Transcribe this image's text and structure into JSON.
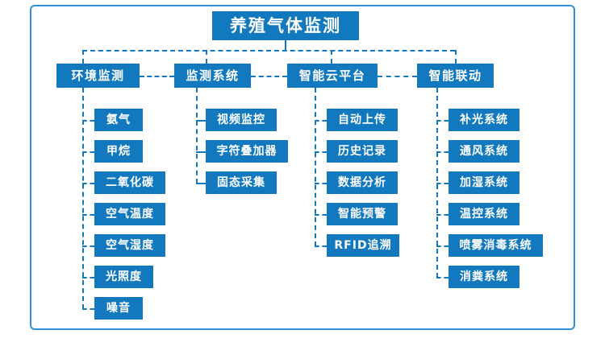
{
  "diagram": {
    "title": "养殖气体监测",
    "theme": {
      "box_fill": "#1279bf",
      "box_text": "#ffffff",
      "connector": "#1279bf",
      "frame_border": "#2f91da",
      "background": "#ffffff"
    },
    "branches": [
      {
        "label": "环境监测",
        "children": [
          {
            "label": "氨气"
          },
          {
            "label": "甲烷"
          },
          {
            "label": "二氧化碳"
          },
          {
            "label": "空气温度"
          },
          {
            "label": "空气湿度"
          },
          {
            "label": "光照度"
          },
          {
            "label": "噪音"
          }
        ]
      },
      {
        "label": "监测系统",
        "children": [
          {
            "label": "视频监控"
          },
          {
            "label": "字符叠加器"
          },
          {
            "label": "固态采集"
          }
        ]
      },
      {
        "label": "智能云平台",
        "children": [
          {
            "label": "自动上传"
          },
          {
            "label": "历史记录"
          },
          {
            "label": "数据分析"
          },
          {
            "label": "智能预警"
          },
          {
            "label": "RFID追溯"
          }
        ]
      },
      {
        "label": "智能联动",
        "children": [
          {
            "label": "补光系统"
          },
          {
            "label": "通风系统"
          },
          {
            "label": "加湿系统"
          },
          {
            "label": "温控系统"
          },
          {
            "label": "喷雾消毒系统"
          },
          {
            "label": "消粪系统"
          }
        ]
      }
    ]
  }
}
